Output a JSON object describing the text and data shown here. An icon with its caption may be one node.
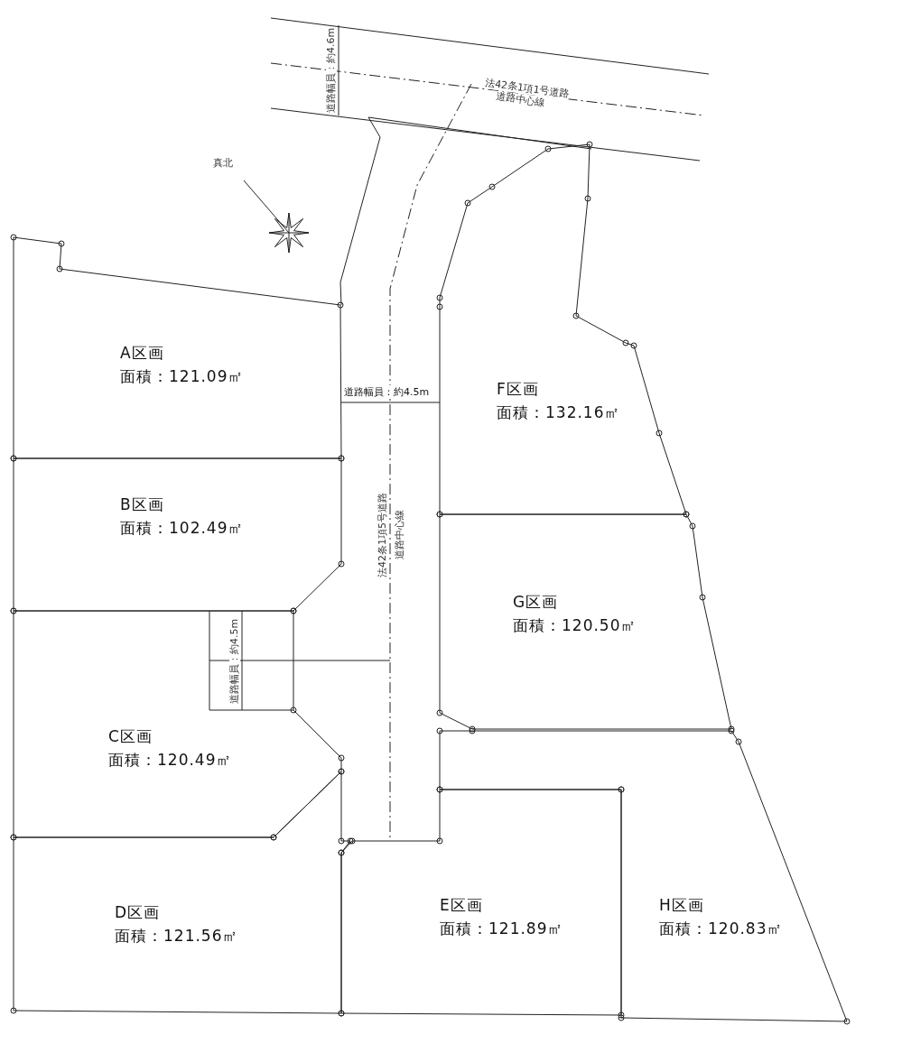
{
  "diagram": {
    "nodes": [
      {
        "text": [
          "A区画",
          "面積：121.09㎡"
        ]
      },
      {
        "text": [
          "B区画",
          "面積：102.49㎡"
        ]
      },
      {
        "text": [
          "C区画",
          "面積：120.49㎡"
        ]
      },
      {
        "text": [
          "D区画",
          "面積：121.56㎡"
        ]
      },
      {
        "text": [
          "E区画",
          "面積：121.89㎡"
        ]
      },
      {
        "text": [
          "F区画",
          "面積：132.16㎡"
        ]
      },
      {
        "text": [
          "G区画",
          "面積：120.50㎡"
        ]
      },
      {
        "text": [
          "H区画",
          "面積：120.83㎡"
        ]
      }
    ],
    "labels": [
      "道路幅員：約4.6m",
      "法42条1項1号道路",
      "道路中心線",
      "真北",
      "道路幅員：約4.5m",
      "法42条1項5号道路",
      "道路中心線",
      "道路幅員：約4.5m"
    ]
  }
}
